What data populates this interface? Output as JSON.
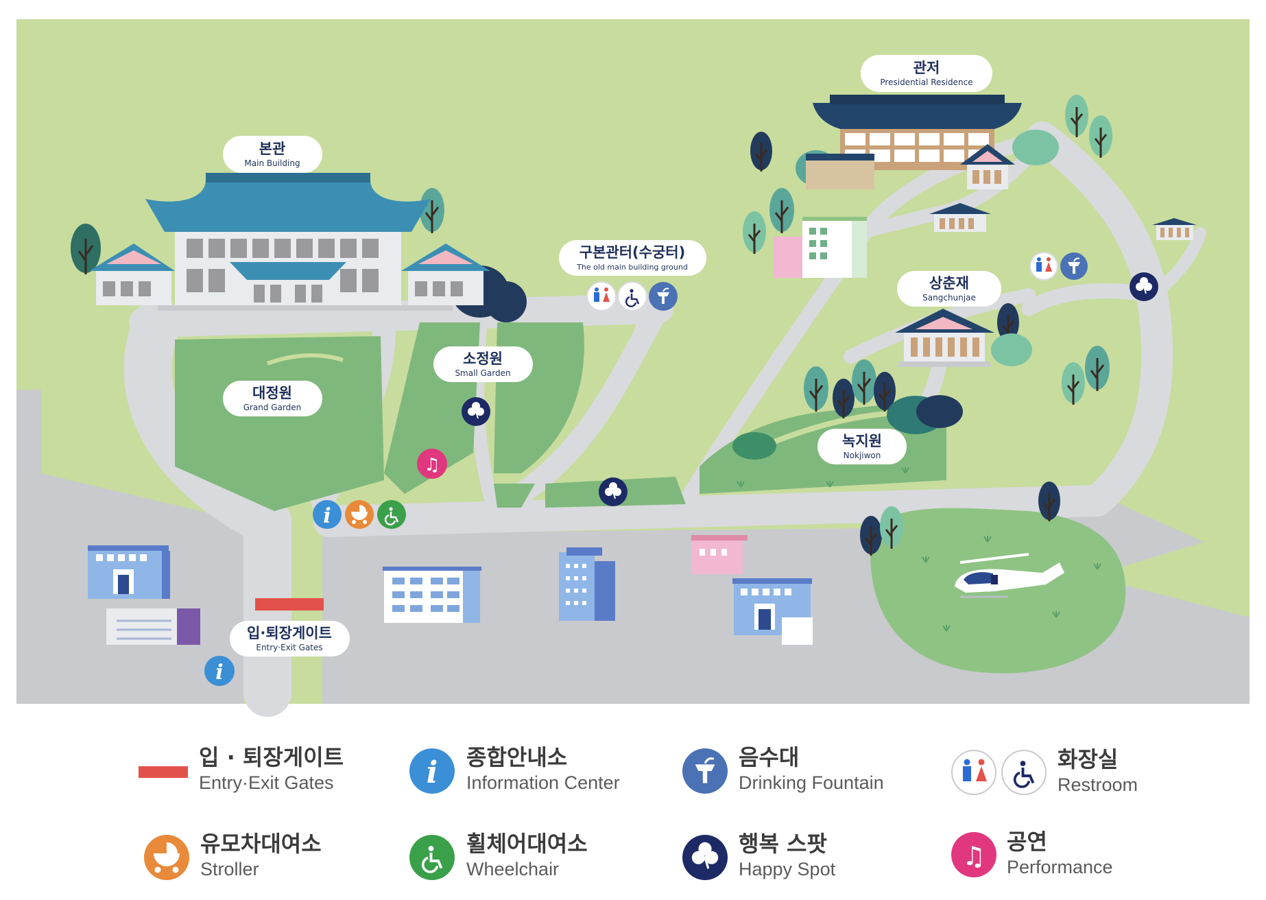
{
  "locations": {
    "main_building": {
      "ko": "본관",
      "en": "Main Building"
    },
    "presidential_residence": {
      "ko": "관저",
      "en": "Presidential Residence"
    },
    "old_main_building": {
      "ko": "구본관터(수궁터)",
      "en": "The old main building ground"
    },
    "grand_garden": {
      "ko": "대정원",
      "en": "Grand Garden"
    },
    "small_garden": {
      "ko": "소정원",
      "en": "Small Garden"
    },
    "sangchunjae": {
      "ko": "상춘재",
      "en": "Sangchunjae"
    },
    "nokjiwon": {
      "ko": "녹지원",
      "en": "Nokjiwon"
    },
    "entry_gates": {
      "ko": "입·퇴장게이트",
      "en": "Entry·Exit Gates"
    }
  },
  "legend": {
    "gates": {
      "ko": "입 · 퇴장게이트",
      "en": "Entry·Exit Gates",
      "color": "#e2524a"
    },
    "info": {
      "ko": "종합안내소",
      "en": "Information Center",
      "color": "#3b8fd6",
      "icon": "info-icon"
    },
    "fountain": {
      "ko": "음수대",
      "en": "Drinking Fountain",
      "color": "#4a72b5",
      "icon": "drinking-fountain-icon"
    },
    "restroom": {
      "ko": "화장실",
      "en": "Restroom",
      "icon": "restroom-icon"
    },
    "stroller": {
      "ko": "유모차대여소",
      "en": "Stroller",
      "color": "#e88a3a",
      "icon": "stroller-icon"
    },
    "wheelchair": {
      "ko": "휠체어대여소",
      "en": "Wheelchair",
      "color": "#3aa04a",
      "icon": "wheelchair-icon"
    },
    "happy_spot": {
      "ko": "행복 스팟",
      "en": "Happy Spot",
      "color": "#1d2a66",
      "icon": "clover-icon"
    },
    "performance": {
      "ko": "공연",
      "en": "Performance",
      "color": "#e0377f",
      "icon": "music-note-icon"
    }
  },
  "colors": {
    "lawn": "#c8dc9e",
    "garden": "#7fb87c",
    "path": "#d9dadd",
    "road": "#c8c9cc",
    "roof": "#3c8fb3",
    "label_text": "#1e2f5a"
  }
}
